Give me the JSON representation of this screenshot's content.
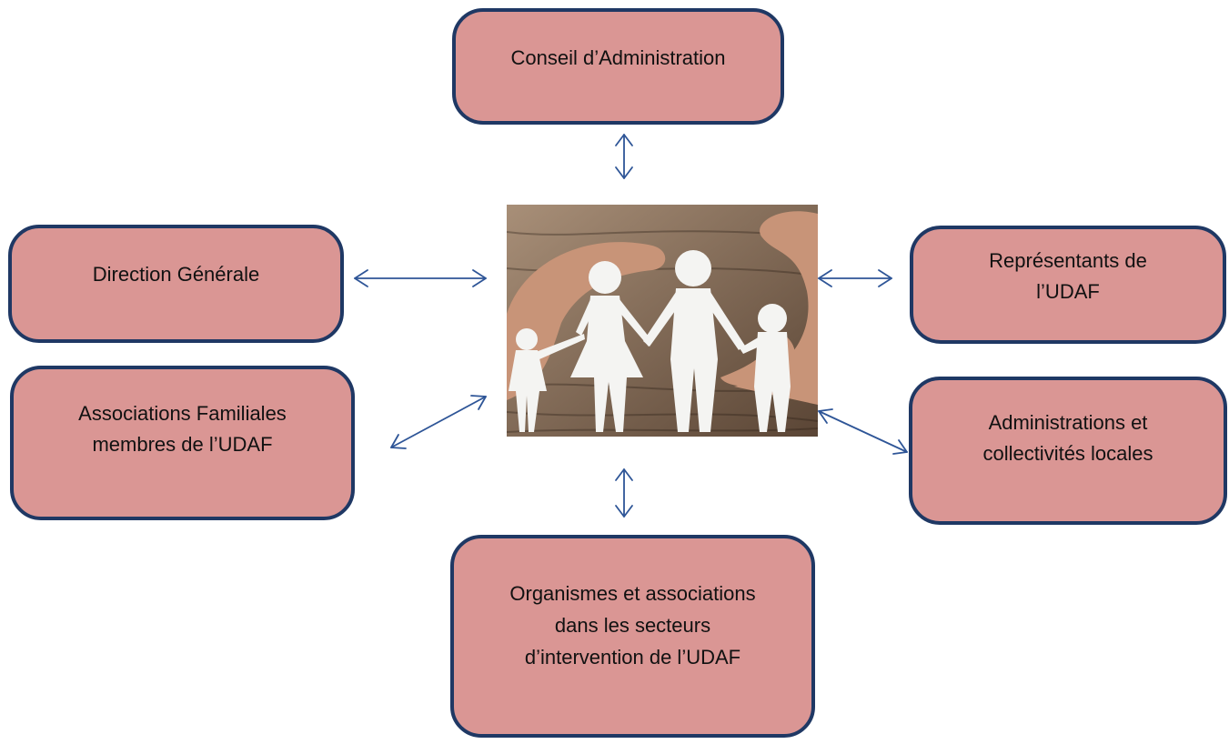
{
  "colors": {
    "box_fill": "#da9694",
    "box_border": "#1f3864",
    "arrow": "#2e5597",
    "wood_dark": "#5a4535",
    "wood_light": "#a88f78",
    "hand": "#c89478",
    "paper": "#f4f4f2"
  },
  "nodes": {
    "conseil": {
      "lines": [
        "Conseil d’Administration"
      ]
    },
    "direction": {
      "lines": [
        "Direction Générale"
      ]
    },
    "associations": {
      "lines": [
        "Associations Familiales",
        "membres de l’UDAF"
      ]
    },
    "representants": {
      "lines": [
        "Représentants de",
        "l’UDAF"
      ]
    },
    "administrations": {
      "lines": [
        "Administrations et",
        "collectivités locales"
      ]
    },
    "organismes": {
      "lines": [
        "Organismes et associations",
        "dans les secteurs",
        "d’intervention de l’UDAF"
      ]
    }
  },
  "center_image": {
    "subject": "paper-cutout-family-in-hands-photo"
  },
  "edges": [
    {
      "from": "center",
      "to": "conseil",
      "direction": "both"
    },
    {
      "from": "center",
      "to": "direction",
      "direction": "both"
    },
    {
      "from": "center",
      "to": "associations",
      "direction": "both"
    },
    {
      "from": "center",
      "to": "representants",
      "direction": "both"
    },
    {
      "from": "center",
      "to": "administrations",
      "direction": "both"
    },
    {
      "from": "center",
      "to": "organismes",
      "direction": "both"
    }
  ]
}
